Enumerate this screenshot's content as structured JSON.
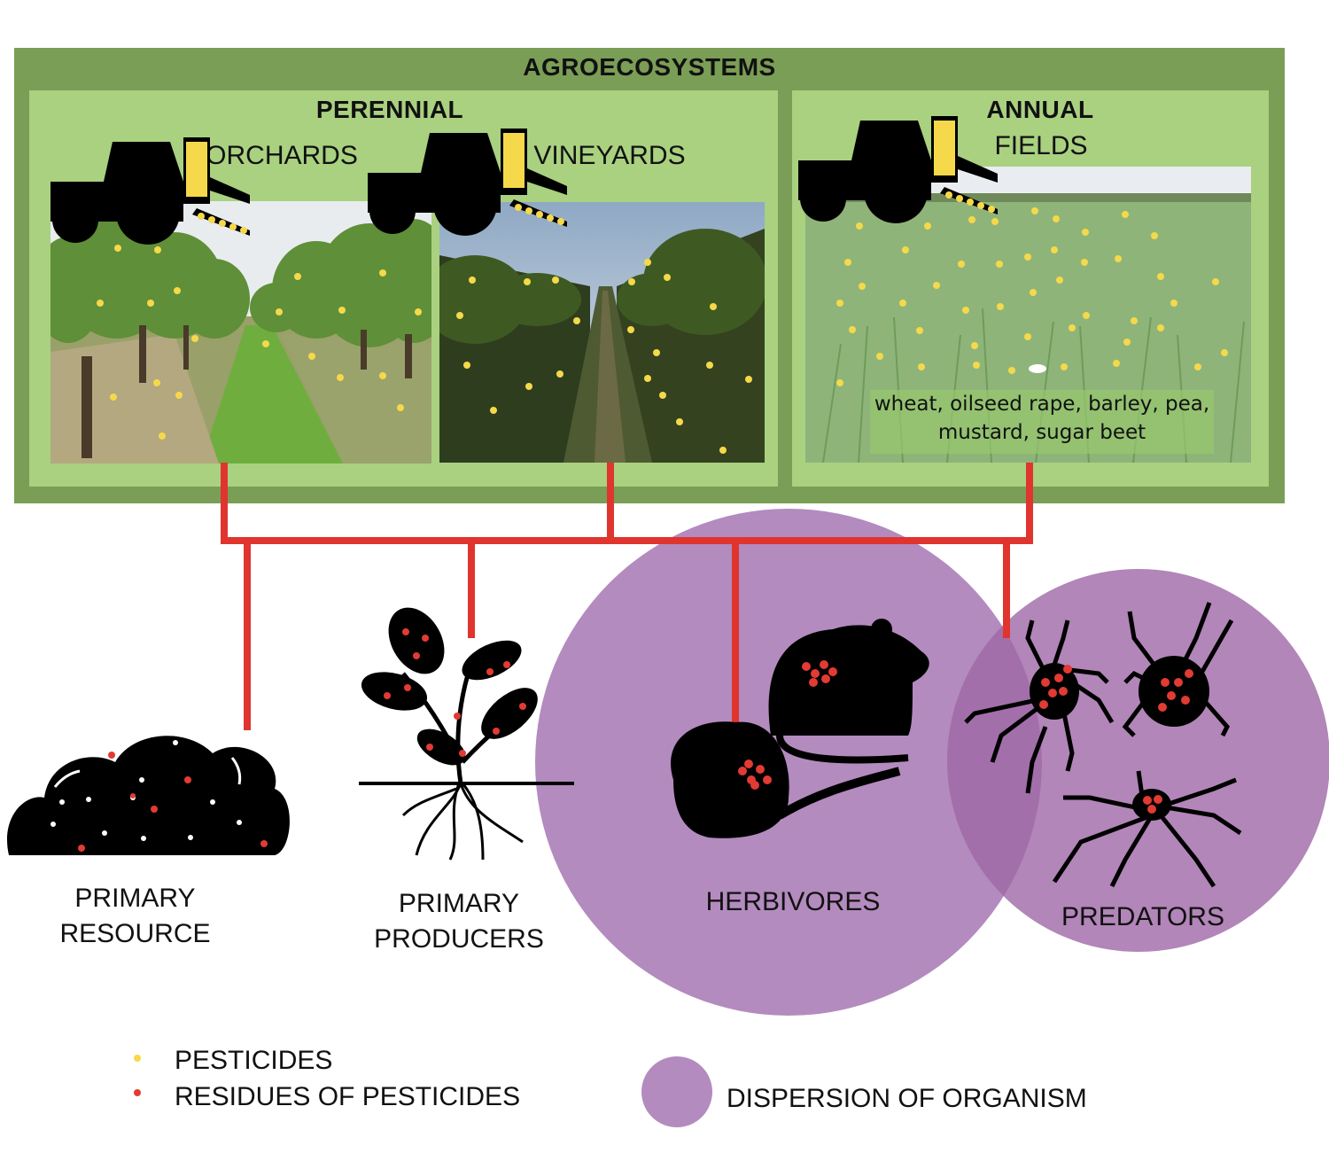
{
  "title": "AGROECOSYSTEMS",
  "perennial": {
    "heading": "PERENNIAL",
    "orchards_label": "ORCHARDS",
    "vineyards_label": "VINEYARDS"
  },
  "annual": {
    "heading": "ANNUAL",
    "fields_label": "FIELDS",
    "crops_line1": "wheat, oilseed rape, barley, pea,",
    "crops_line2": "mustard, sugar beet"
  },
  "food_web": {
    "primary_resource": [
      "PRIMARY",
      "RESOURCE"
    ],
    "primary_producers": [
      "PRIMARY",
      "PRODUCERS"
    ],
    "herbivores": "HERBIVORES",
    "predators": "PREDATORS"
  },
  "legend": {
    "pesticides": "PESTICIDES",
    "residues": "RESIDUES OF PESTICIDES",
    "dispersion": "DISPERSION OF ORGANISM"
  },
  "colors": {
    "outer_green": "#7a9e55",
    "inner_green": "#a9d180",
    "pesticide_yellow": "#f5d94a",
    "residue_red": "#e23b33",
    "connector_red": "#e0342f",
    "dispersion_purple": "#b38bbf"
  }
}
